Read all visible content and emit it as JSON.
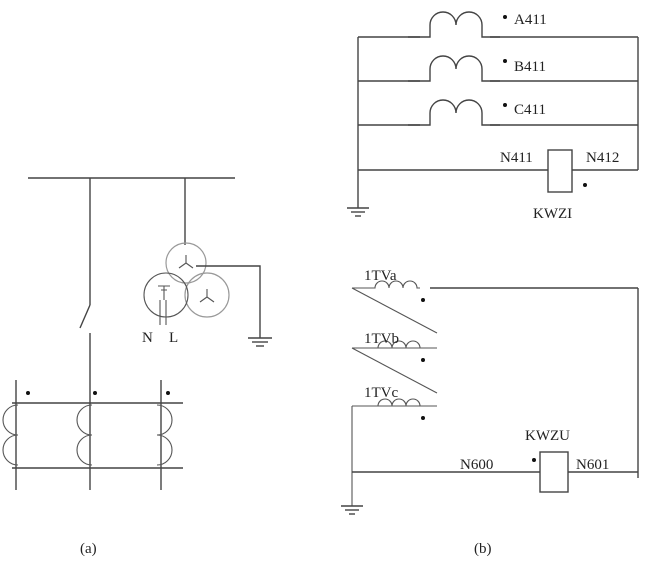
{
  "labels": {
    "part_a": "(a)",
    "part_b": "(b)",
    "neutral": "N",
    "line": "L",
    "ct_a": "A411",
    "ct_b": "B411",
    "ct_c": "C411",
    "relay_i_left": "N411",
    "relay_i_right": "N412",
    "relay_i": "KWZI",
    "vt_a": "1TVa",
    "vt_b": "1TVb",
    "vt_c": "1TVc",
    "relay_u": "KWZU",
    "relay_u_left": "N600",
    "relay_u_right": "N601"
  }
}
